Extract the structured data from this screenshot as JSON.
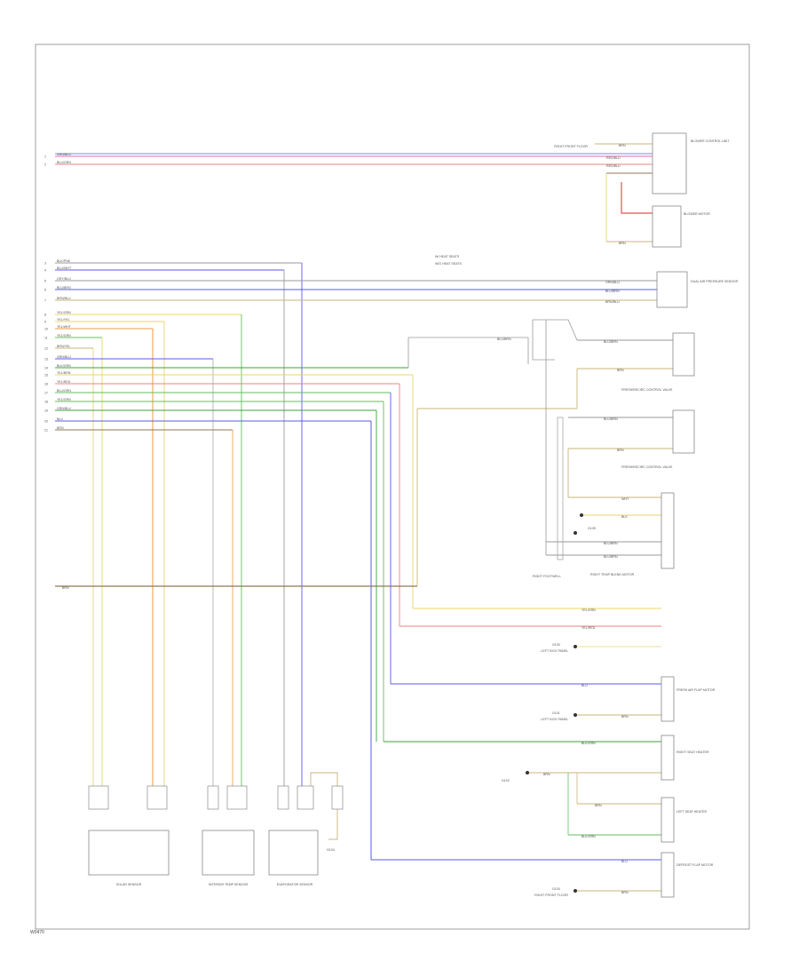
{
  "footer_code": "W0470",
  "legend": [
    "W/ HEAT SEATS",
    "W/O HEAT SEATS"
  ],
  "colors": {
    "pink": "#e86aa6",
    "red": "#f08080",
    "gray": "#9a9a9a",
    "blue": "#5a5ae8",
    "yellow": "#e8d46a",
    "orange": "#f29a3c",
    "green": "#5fbf5f",
    "dkgreen": "#3f9f3f",
    "tan": "#c9b47a",
    "brown": "#8b7a55"
  },
  "harness_wires": [
    {
      "pin": "1",
      "label": "GRN/BLU",
      "color": "pink"
    },
    {
      "pin": "2",
      "label": "BLU/GRN",
      "color": "red"
    },
    {
      "pin": "3",
      "label": "BLK/PNK",
      "color": "gray"
    },
    {
      "pin": "4",
      "label": "BLU/WHT",
      "color": "blue"
    },
    {
      "pin": "5",
      "label": "GRY/BLU",
      "color": "gray"
    },
    {
      "pin": "6",
      "label": "BLU/BRN",
      "color": "blue"
    },
    {
      "pin": "7",
      "label": "BRN/BLU",
      "color": "tan"
    },
    {
      "pin": "8",
      "label": "YEL/GRN",
      "color": "yellow"
    },
    {
      "pin": "9",
      "label": "YEL/YEL",
      "color": "yellow"
    },
    {
      "pin": "10",
      "label": "YEL/WHT",
      "color": "orange"
    },
    {
      "pin": "11",
      "label": "YEL/GRN",
      "color": "green"
    },
    {
      "pin": "12",
      "label": "BRN/YEL",
      "color": "tan"
    },
    {
      "pin": "13",
      "label": "GRN/BLU",
      "color": "blue"
    },
    {
      "pin": "14",
      "label": "BLK/GRN",
      "color": "dkgreen"
    },
    {
      "pin": "15",
      "label": "YEL/BRN",
      "color": "yellow"
    },
    {
      "pin": "16",
      "label": "YEL/RED",
      "color": "red"
    },
    {
      "pin": "17",
      "label": "BLU/GRN",
      "color": "green"
    },
    {
      "pin": "18",
      "label": "YEL/GRN",
      "color": "green"
    },
    {
      "pin": "19",
      "label": "GRN/BLU",
      "color": "dkgreen"
    },
    {
      "pin": "20",
      "label": "BLU",
      "color": "blue"
    },
    {
      "pin": "21",
      "label": "BRN",
      "color": "brown"
    }
  ],
  "components": {
    "blower_control": "BLOWER CONTROL UNIT",
    "blower_motor": "BLOWER MOTOR",
    "dual_air_pressure": "DUAL AIR PRESSURE SENSOR",
    "freshair_valve_1": "FRESH/RECIRC CONTROL VALVE",
    "freshair_valve_2": "FRESH/RECIRC CONTROL VALVE",
    "right_temp_motor": "RIGHT TEMP BLEND MOTOR",
    "solar_sensor": "SOLAR SENSOR",
    "interior_temp": "INTERIOR TEMP SENSOR",
    "evap_sensor": "EVAPORATOR SENSOR",
    "fresh_air_flap": "FRESH AIR FLAP MOTOR",
    "right_seat": "RIGHT SEAT HEATER",
    "left_seat": "LEFT SEAT HEATER",
    "defrost_motor": "DEFROST FLAP MOTOR",
    "ground_right": "RIGHT FRONT FLOOR",
    "ground_left": "LEFT KICK PANEL",
    "ground_left2": "LEFT KICK PANEL",
    "ground_right2": "RIGHT FRONT FLOOR",
    "right_footwell": "RIGHT FOOTWELL",
    "g100": "G100",
    "g101": "G101",
    "g102": "G102",
    "g103": "G103",
    "g104": "G104",
    "g105": "G105"
  },
  "short_labels": {
    "brn": "BRN",
    "blu_brn": "BLU/BRN",
    "brn_blu": "BRN/BLU",
    "yel_grn": "YEL/GRN",
    "grn_blu": "GRN/BLU",
    "blk_grn": "BLK/GRN",
    "blu": "BLU",
    "red_blu": "RED/BLU",
    "yel_red": "YEL/RED",
    "wht": "WHT",
    "blk": "BLK"
  }
}
